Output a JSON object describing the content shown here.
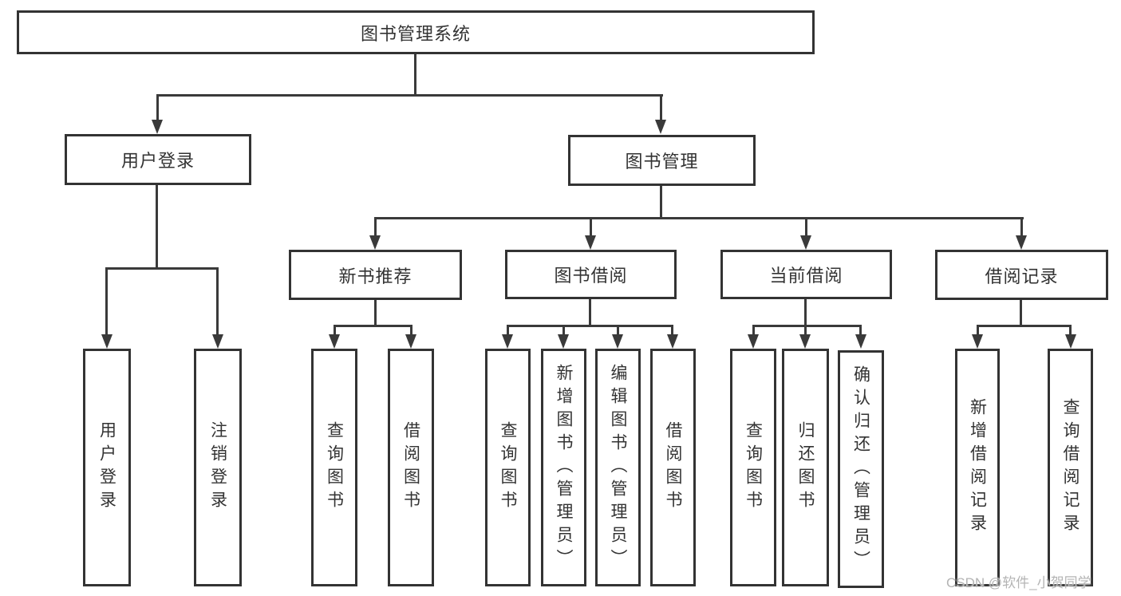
{
  "diagram_title": "图书管理系统",
  "tree": {
    "label": "图书管理系统",
    "children": [
      {
        "label": "用户登录",
        "children": [
          {
            "label": "用户登录"
          },
          {
            "label": "注销登录"
          }
        ]
      },
      {
        "label": "图书管理",
        "children": [
          {
            "label": "新书推荐",
            "children": [
              {
                "label": "查询图书"
              },
              {
                "label": "借阅图书"
              }
            ]
          },
          {
            "label": "图书借阅",
            "children": [
              {
                "label": "查询图书"
              },
              {
                "label": "新增图书（管理员）"
              },
              {
                "label": "编辑图书（管理员）"
              },
              {
                "label": "借阅图书"
              }
            ]
          },
          {
            "label": "当前借阅",
            "children": [
              {
                "label": "查询图书"
              },
              {
                "label": "归还图书"
              },
              {
                "label": "确认归还（管理员）"
              }
            ]
          },
          {
            "label": "借阅记录",
            "children": [
              {
                "label": "新增借阅记录"
              },
              {
                "label": "查询借阅记录"
              }
            ]
          }
        ]
      }
    ]
  },
  "watermark": {
    "text": "CSDN @软件_小贺同学"
  },
  "colors": {
    "box_border": "#333333",
    "connector_line": "#3a3a3a",
    "text": "#333333",
    "watermark": "#b4b4b4",
    "background": "#ffffff"
  }
}
